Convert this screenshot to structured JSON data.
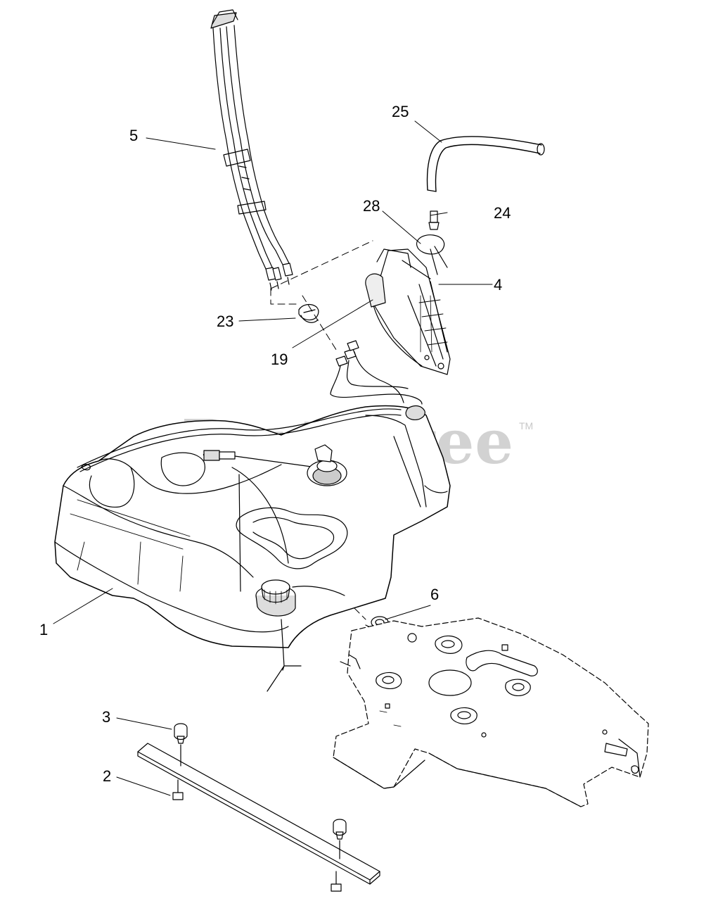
{
  "watermark": {
    "text": "PartsTree",
    "trademark": "TM"
  },
  "callouts": {
    "c1": "1",
    "c2": "2",
    "c3": "3",
    "c4": "4",
    "c5": "5",
    "c6": "6",
    "c19": "19",
    "c23": "23",
    "c24": "24",
    "c25": "25",
    "c28": "28"
  }
}
